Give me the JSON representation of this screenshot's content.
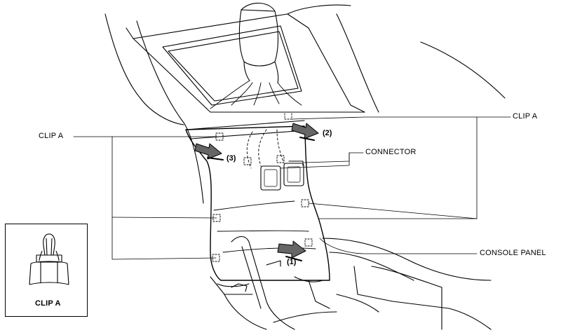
{
  "labels": {
    "clip_a_right": "CLIP A",
    "clip_a_left": "CLIP A",
    "connector": "CONNECTOR",
    "console_panel": "CONSOLE PANEL",
    "inset_clip_a": "CLIP A"
  },
  "steps": [
    "(1)",
    "(2)",
    "(3)"
  ],
  "icons": [
    "arrow-icon",
    "clip-icon"
  ],
  "colors": {
    "line": "#000000",
    "arrow_fill": "#666666",
    "background": "#ffffff"
  }
}
